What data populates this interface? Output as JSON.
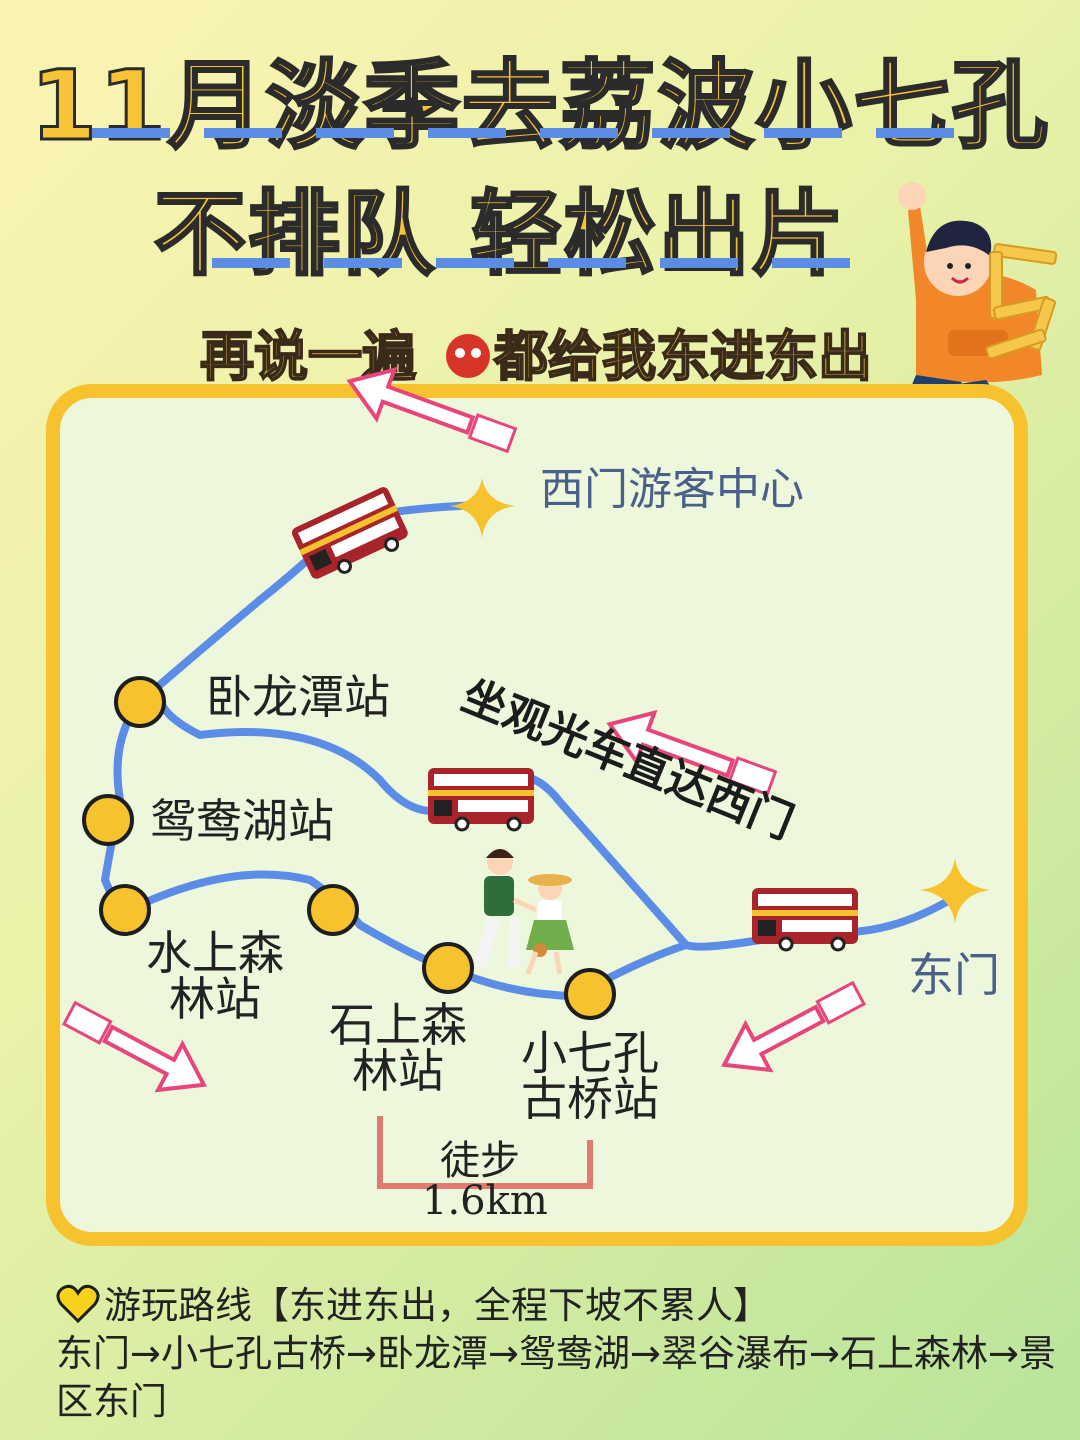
{
  "title": {
    "line1": "11月淡季去荔波小七孔",
    "line2": "不排队 轻松出片"
  },
  "subtitle": {
    "text_before": "再说一遍",
    "emoji_icon": "angry-face-icon",
    "text_after": "都给我东进东出"
  },
  "map": {
    "west_gate": "西门游客中心",
    "east_gate": "东门",
    "shuttle_note": "坐观光车直达西门",
    "stations": {
      "wolong": "卧龙潭站",
      "yuanyang": "鸳鸯湖站",
      "shuishang_line1": "水上森",
      "shuishang_line2": "林站",
      "shishang_line1": "石上森",
      "shishang_line2": "林站",
      "xiaoqikong_line1": "小七孔",
      "xiaoqikong_line2": "古桥站"
    },
    "walk_label": "徒步",
    "walk_distance": "1.6km"
  },
  "route": {
    "heading": "游玩路线【东进东出，全程下坡不累人】",
    "path": "东门→小七孔古桥→卧龙潭→鸳鸯湖→翠谷瀑布→石上森林→景区东门"
  },
  "colors": {
    "title_fill": "#f7c437",
    "route_line": "#5b8de6",
    "station_dot": "#f6c22e",
    "panel_border": "#f6c22e",
    "bus_red": "#a8242a",
    "walk_bracket": "#e27a72"
  }
}
